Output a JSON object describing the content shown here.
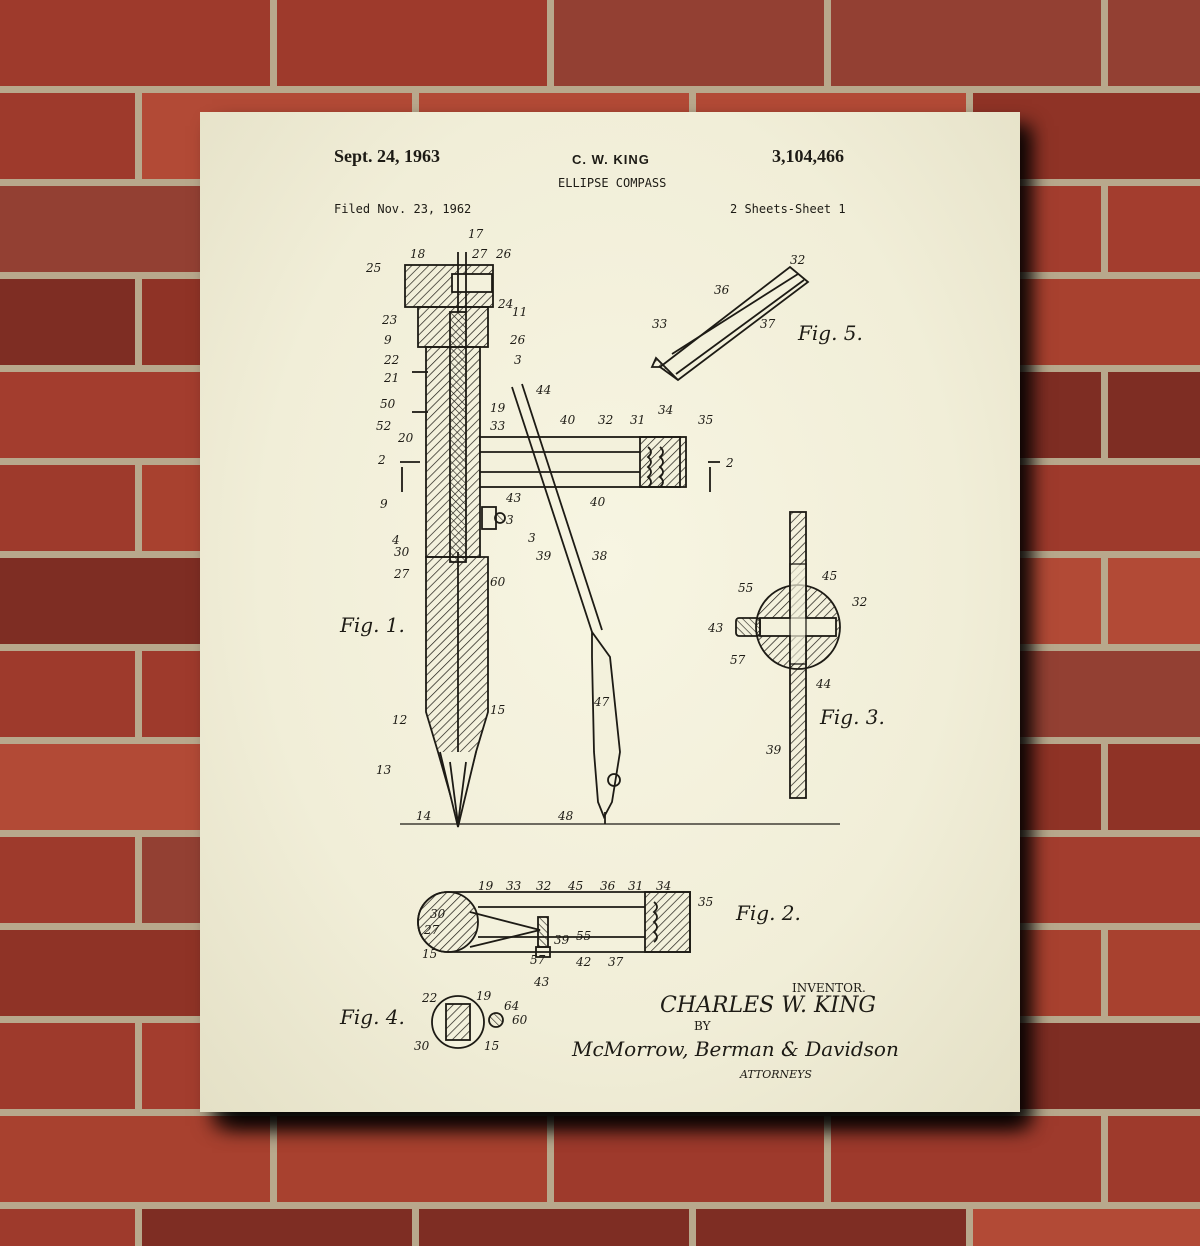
{
  "patent": {
    "date": "Sept. 24, 1963",
    "inventor_header": "C. W. KING",
    "number": "3,104,466",
    "title": "ELLIPSE COMPASS",
    "filed": "Filed Nov. 23, 1962",
    "sheets": "2 Sheets-Sheet 1"
  },
  "figures": {
    "fig1": "Fig. 1.",
    "fig2": "Fig. 2.",
    "fig3": "Fig. 3.",
    "fig4": "Fig. 4.",
    "fig5": "Fig. 5."
  },
  "signature": {
    "inventor_label": "INVENTOR.",
    "inventor_name": "CHARLES W. KING",
    "by": "BY",
    "attorneys_name": "McMorrow, Berman & Davidson",
    "attorneys_label": "ATTORNEYS"
  },
  "colors": {
    "brick": "#9e3a2c",
    "mortar": "#b8a88c",
    "paper": "#f3f1dc",
    "ink": "#1d1b15"
  }
}
